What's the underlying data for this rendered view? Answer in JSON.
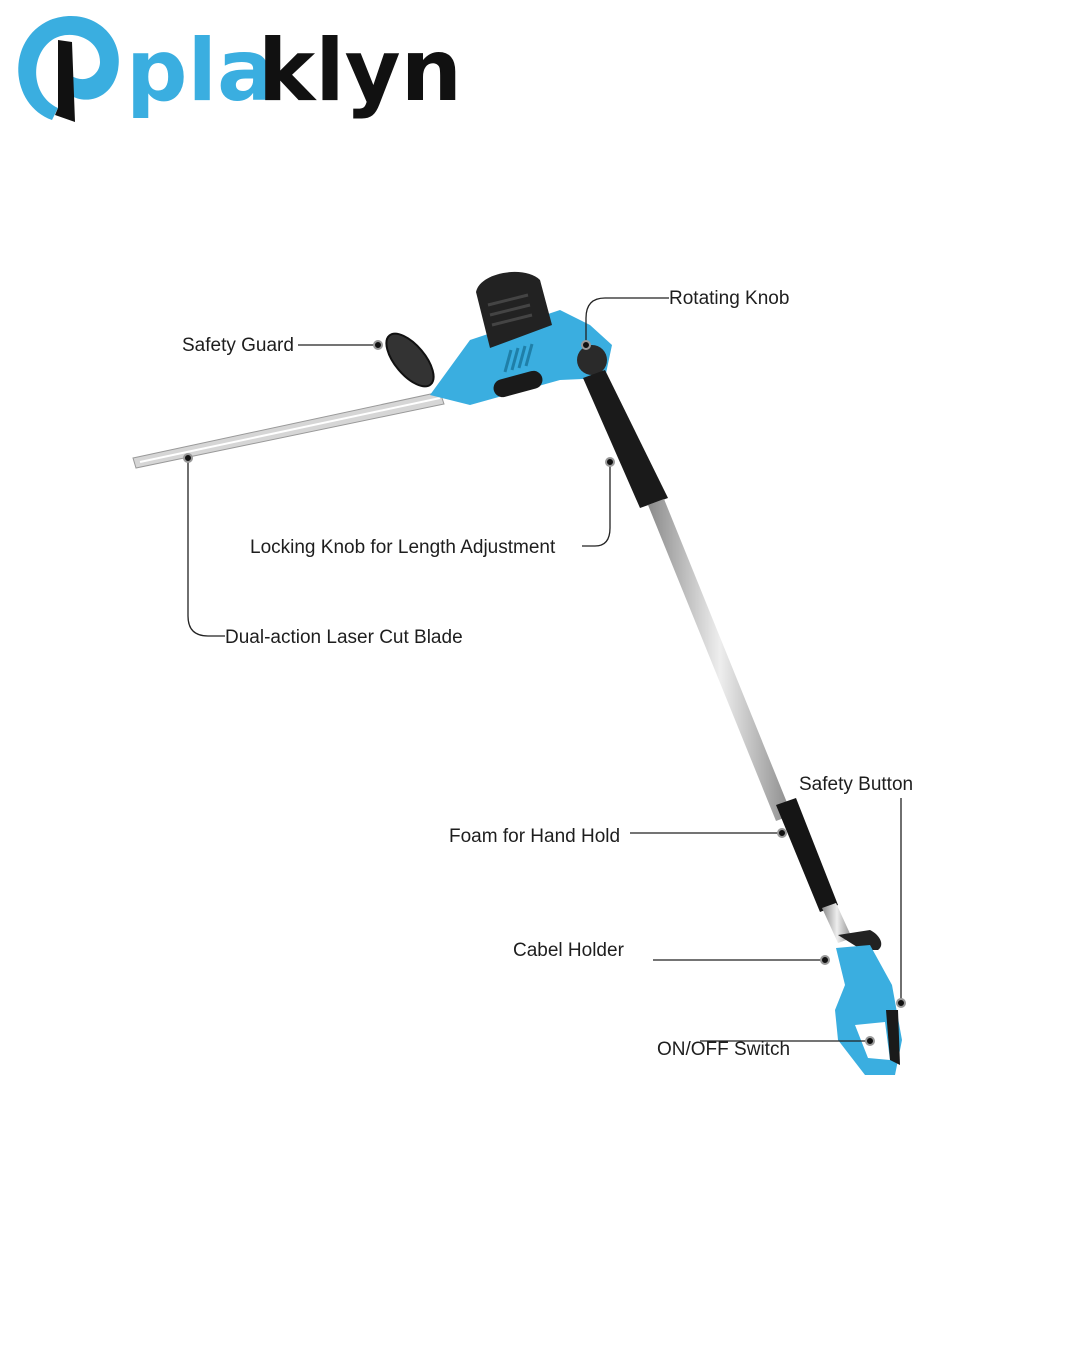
{
  "logo": {
    "text_blue": "pla",
    "text_black": "klyn"
  },
  "colors": {
    "brand_blue": "#3aaee0",
    "black": "#111111",
    "silver": "#c8c8c8"
  },
  "callouts": {
    "safety_guard": "Safety Guard",
    "rotating_knob": "Rotating Knob",
    "locking_knob": "Locking Knob for Length Adjustment",
    "blade": "Dual-action Laser Cut Blade",
    "safety_button": "Safety Button",
    "foam": "Foam for Hand Hold",
    "cable_holder": "Cabel Holder",
    "switch": "ON/OFF Switch"
  }
}
